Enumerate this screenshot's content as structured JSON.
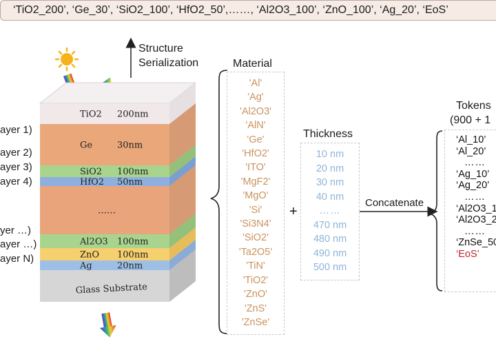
{
  "sequence_banner": "‘TiO2_200’, ‘Ge_30’, ‘SiO2_100’, ‘HfO2_50’,……, ‘Al2O3_100’, ‘ZnO_100’, ‘Ag_20’, ‘EoS’",
  "structure_label": [
    "Structure",
    "Serialization"
  ],
  "layer_labels": [
    "ayer 1)",
    "ayer 2)",
    "ayer 3)",
    "ayer 4)",
    "yer …)",
    "ayer …)",
    "ayer N)"
  ],
  "stack_layers": [
    {
      "name": "TiO2",
      "thickness": "200nm",
      "color": "#f0e8e9"
    },
    {
      "name": "Ge",
      "thickness": "30nm",
      "color": "#eaa77a"
    },
    {
      "name": "SiO2",
      "thickness": "100nm",
      "color": "#a8d48e"
    },
    {
      "name": "HfO2",
      "thickness": "50nm",
      "color": "#8fb0df"
    },
    {
      "name": "……",
      "thickness": "",
      "color": "#e9a47c"
    },
    {
      "name": "Al2O3",
      "thickness": "100nm",
      "color": "#a8d48e"
    },
    {
      "name": "ZnO",
      "thickness": "100nm",
      "color": "#f6cf6e"
    },
    {
      "name": "Ag",
      "thickness": "20nm",
      "color": "#9dbfe6"
    },
    {
      "name": "Glass Substrate",
      "thickness": "",
      "color": "#d6d6d6"
    }
  ],
  "material_title": "Material",
  "materials": [
    "'Al'",
    "'Ag'",
    "'Al2O3'",
    "'AlN'",
    "'Ge'",
    "'HfO2'",
    "'ITO'",
    "'MgF2'",
    "'MgO'",
    "'Si'",
    "'Si3N4'",
    "'SiO2'",
    "'Ta2O5'",
    "'TiN'",
    "'TiO2'",
    "'ZnO'",
    "'ZnS'",
    "'ZnSe'"
  ],
  "plus_sign": "+",
  "thickness_title": "Thickness",
  "thicknesses": [
    "10 nm",
    "20 nm",
    "30 nm",
    "40 nm",
    "……",
    "470 nm",
    "480 nm",
    "490 nm",
    "500 nm"
  ],
  "concatenate_label": "Concatenate",
  "tokens_title": [
    "Tokens",
    "(900 + 1"
  ],
  "tokens": [
    "‘Al_10’",
    "‘Al_20’",
    "……",
    "‘Ag_10’",
    "‘Ag_20’",
    "……",
    "‘Al2O3_1",
    "‘Al2O3_2",
    "……",
    "‘ZnSe_50",
    "‘EoS’"
  ],
  "colors": {
    "material": "#c9925e",
    "thickness": "#8fb3d9",
    "eos": "#c0272d",
    "banner_bg": "#f6ece5"
  }
}
